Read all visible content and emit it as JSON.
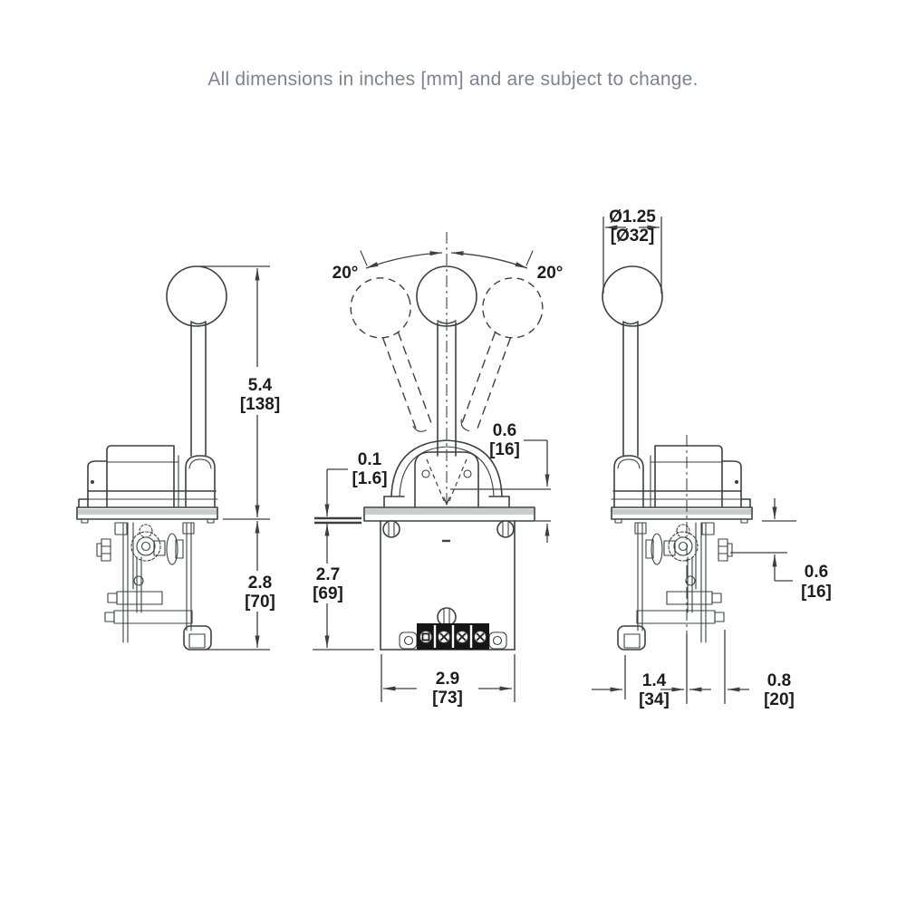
{
  "note": "All dimensions in inches [mm] and are subject to change.",
  "colors": {
    "line": "#3d3f42",
    "dim_text": "#1d1d1f",
    "note_text": "#7d8490",
    "plate_fill": "#c9cbcd",
    "block_fill": "#161616"
  },
  "left_view": {
    "lever_height_in": "5.4",
    "lever_height_mm": "[138]",
    "below_panel_in": "2.8",
    "below_panel_mm": "[70]"
  },
  "front_view": {
    "angle_left": "20°",
    "angle_right": "20°",
    "panel_in": "0.1",
    "panel_mm": "[1.6]",
    "pivot_in": "0.6",
    "pivot_mm": "[16]",
    "height_in": "2.7",
    "height_mm": "[69]",
    "width_in": "2.9",
    "width_mm": "[73]"
  },
  "right_view": {
    "knob_in": "Ø1.25",
    "knob_mm": "[Ø32]",
    "offset_in": "0.6",
    "offset_mm": "[16]",
    "front_in": "1.4",
    "front_mm": "[34]",
    "rear_in": "0.8",
    "rear_mm": "[20]"
  }
}
